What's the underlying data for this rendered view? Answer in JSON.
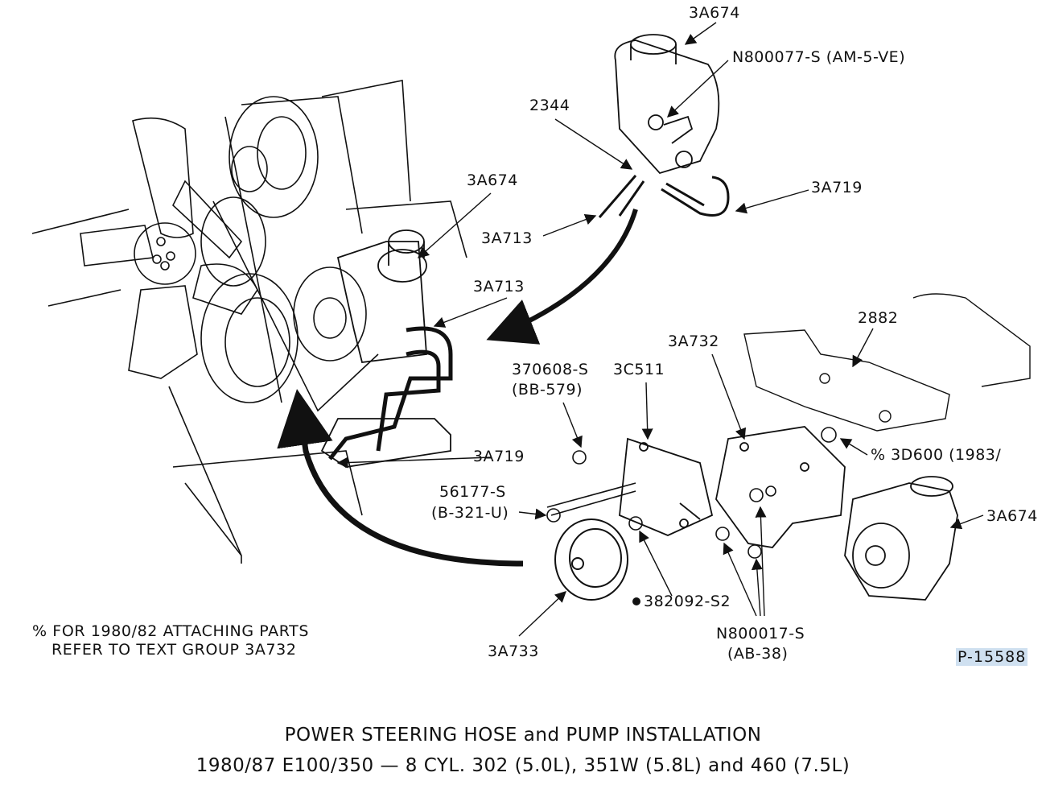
{
  "labels": {
    "reservoir_top": "3A674",
    "reservoir_screw": "N800077-S (AM-5-VE)",
    "clamp_2344": "2344",
    "pump_upper": "3A674",
    "hose_upper": "3A719",
    "hose_3a713_a": "3A713",
    "hose_3a713_b": "3A713",
    "bracket_2882": "2882",
    "bracket_3a732": "3A732",
    "bolt_370608_line1": "370608-S",
    "bolt_370608_line2": "(BB-579)",
    "bracket_3c511": "3C511",
    "hose_lower": "3A719",
    "spacer_3d600": "% 3D600 (1983/",
    "bolt_56177_line1": "56177-S",
    "bolt_56177_line2": "(B-321-U)",
    "pump_lower": "3A674",
    "bolt_382092": "382092-S2",
    "bolt_n800017_line1": "N800017-S",
    "bolt_n800017_line2": "(AB-38)",
    "pulley_3a733": "3A733"
  },
  "note": {
    "line1": "% FOR 1980/82 ATTACHING PARTS",
    "line2": "REFER TO TEXT GROUP 3A732"
  },
  "figure_number": "P-15588",
  "caption": {
    "line1": "POWER STEERING HOSE and PUMP INSTALLATION",
    "line2": "1980/87 E100/350 — 8 CYL. 302 (5.0L), 351W (5.8L) and 460 (7.5L)"
  }
}
